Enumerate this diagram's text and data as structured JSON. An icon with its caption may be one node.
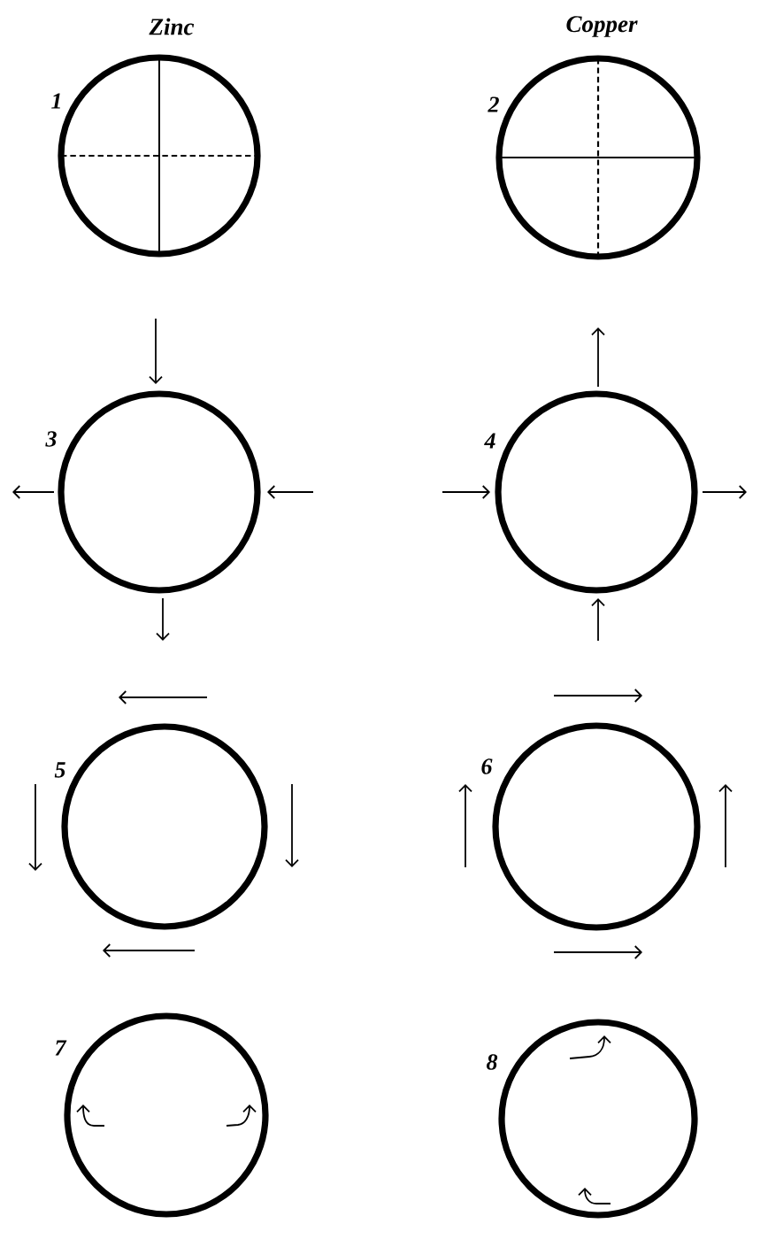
{
  "diagram": {
    "nodes": [
      {
        "text": [],
        "shape": "circle",
        "beside": [
          "1"
        ]
      },
      {
        "text": [],
        "shape": "circle",
        "beside": [
          "2"
        ]
      },
      {
        "text": [],
        "shape": "circle",
        "beside": [
          "3"
        ]
      },
      {
        "text": [],
        "shape": "circle",
        "beside": [
          "4"
        ]
      },
      {
        "text": [],
        "shape": "circle",
        "beside": [
          "5"
        ]
      },
      {
        "text": [],
        "shape": "circle",
        "beside": [
          "6"
        ]
      },
      {
        "text": [],
        "shape": "circle",
        "beside": [
          "7"
        ]
      },
      {
        "text": [],
        "shape": "circle",
        "beside": [
          "8"
        ]
      }
    ],
    "labels": [
      "Zinc",
      "Copper"
    ]
  }
}
